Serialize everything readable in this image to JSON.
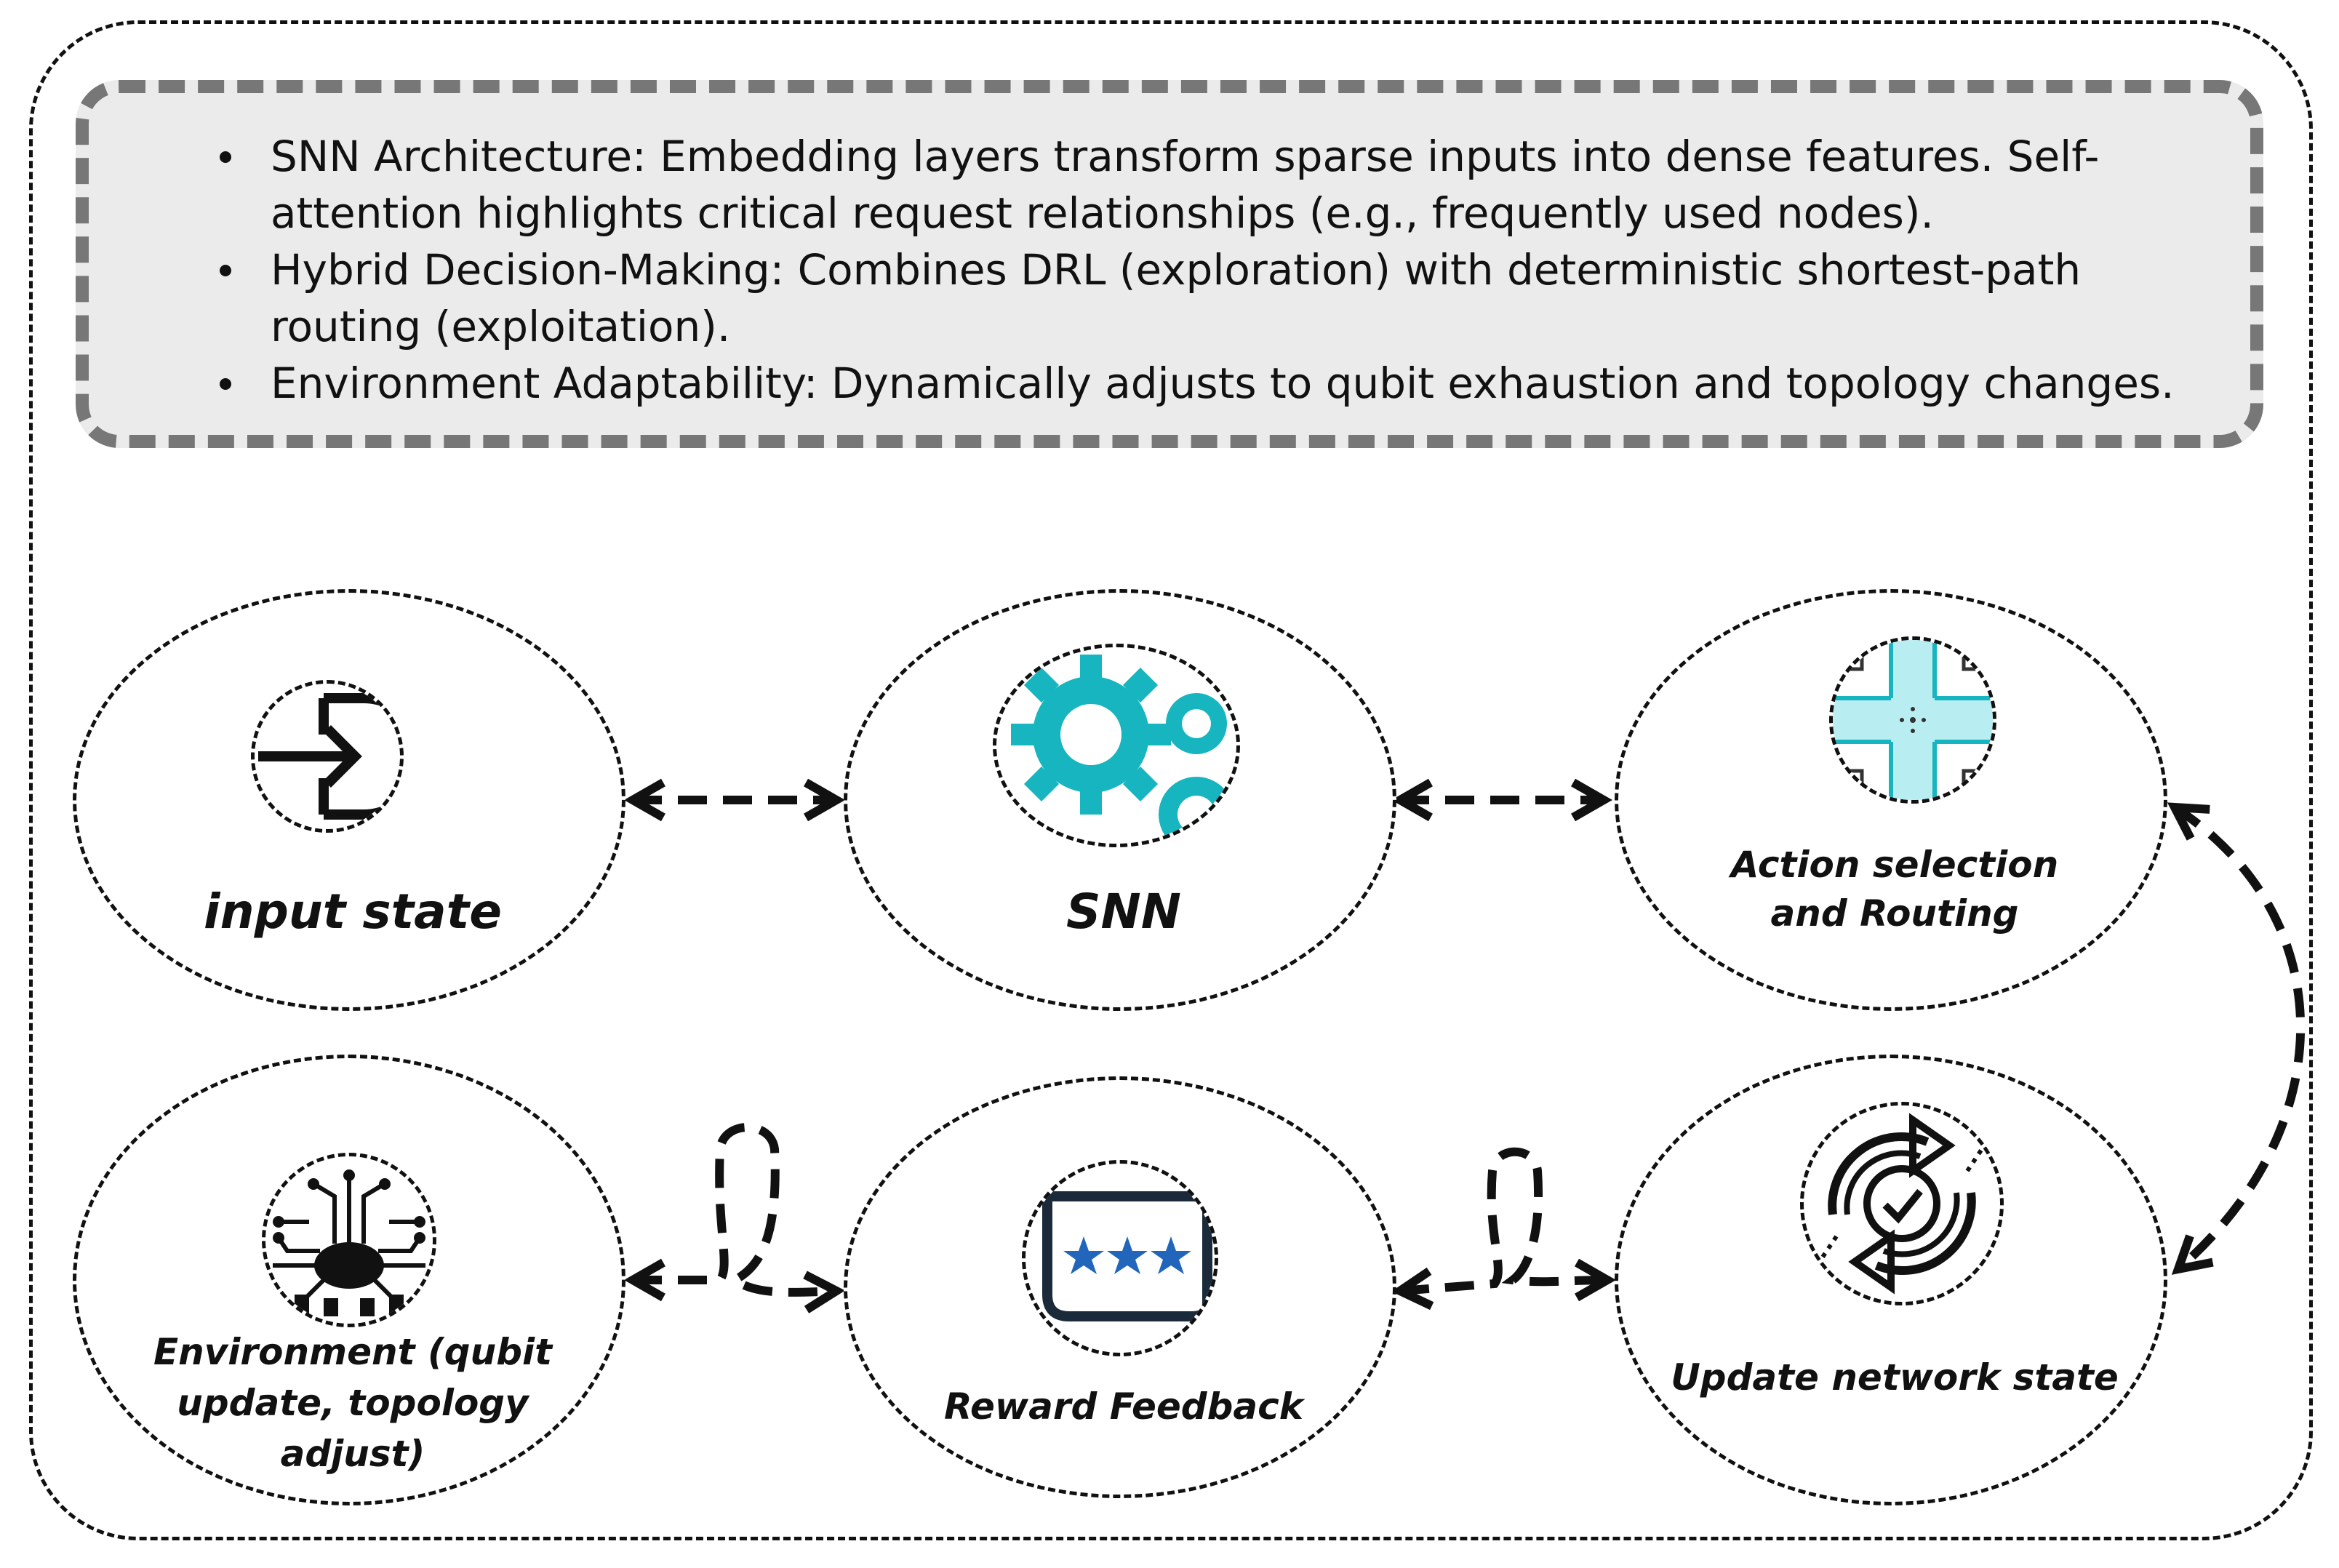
{
  "notes": {
    "items": [
      "SNN Architecture: Embedding layers transform sparse inputs into dense features. Self-attention highlights critical request relationships (e.g., frequently used nodes).",
      "Hybrid Decision-Making: Combines DRL (exploration) with deterministic shortest-path routing (exploitation).",
      "Environment Adaptability: Dynamically adjusts to qubit exhaustion and topology changes."
    ]
  },
  "nodes": {
    "input_state": {
      "label": "input state",
      "icon": "login-arrow-icon"
    },
    "snn": {
      "label": "SNN",
      "icon": "gears-icon"
    },
    "action": {
      "label_line1": "Action selection",
      "label_line2": "and Routing",
      "icon": "crossroads-icon"
    },
    "update": {
      "label": "Update network state",
      "icon": "refresh-check-icon"
    },
    "reward": {
      "label": "Reward Feedback",
      "icon": "star-rating-chat-icon"
    },
    "environment": {
      "label_line1": "Environment (qubit",
      "label_line2": "update, topology",
      "label_line3": "adjust)",
      "icon": "circuit-chip-icon"
    }
  },
  "colors": {
    "gear": "#17b5bf",
    "star": "#2266bb",
    "road": "#17b5bf",
    "accent_orange": "#e07040",
    "notes_bg": "#ebebeb",
    "notes_border": "#777777"
  }
}
